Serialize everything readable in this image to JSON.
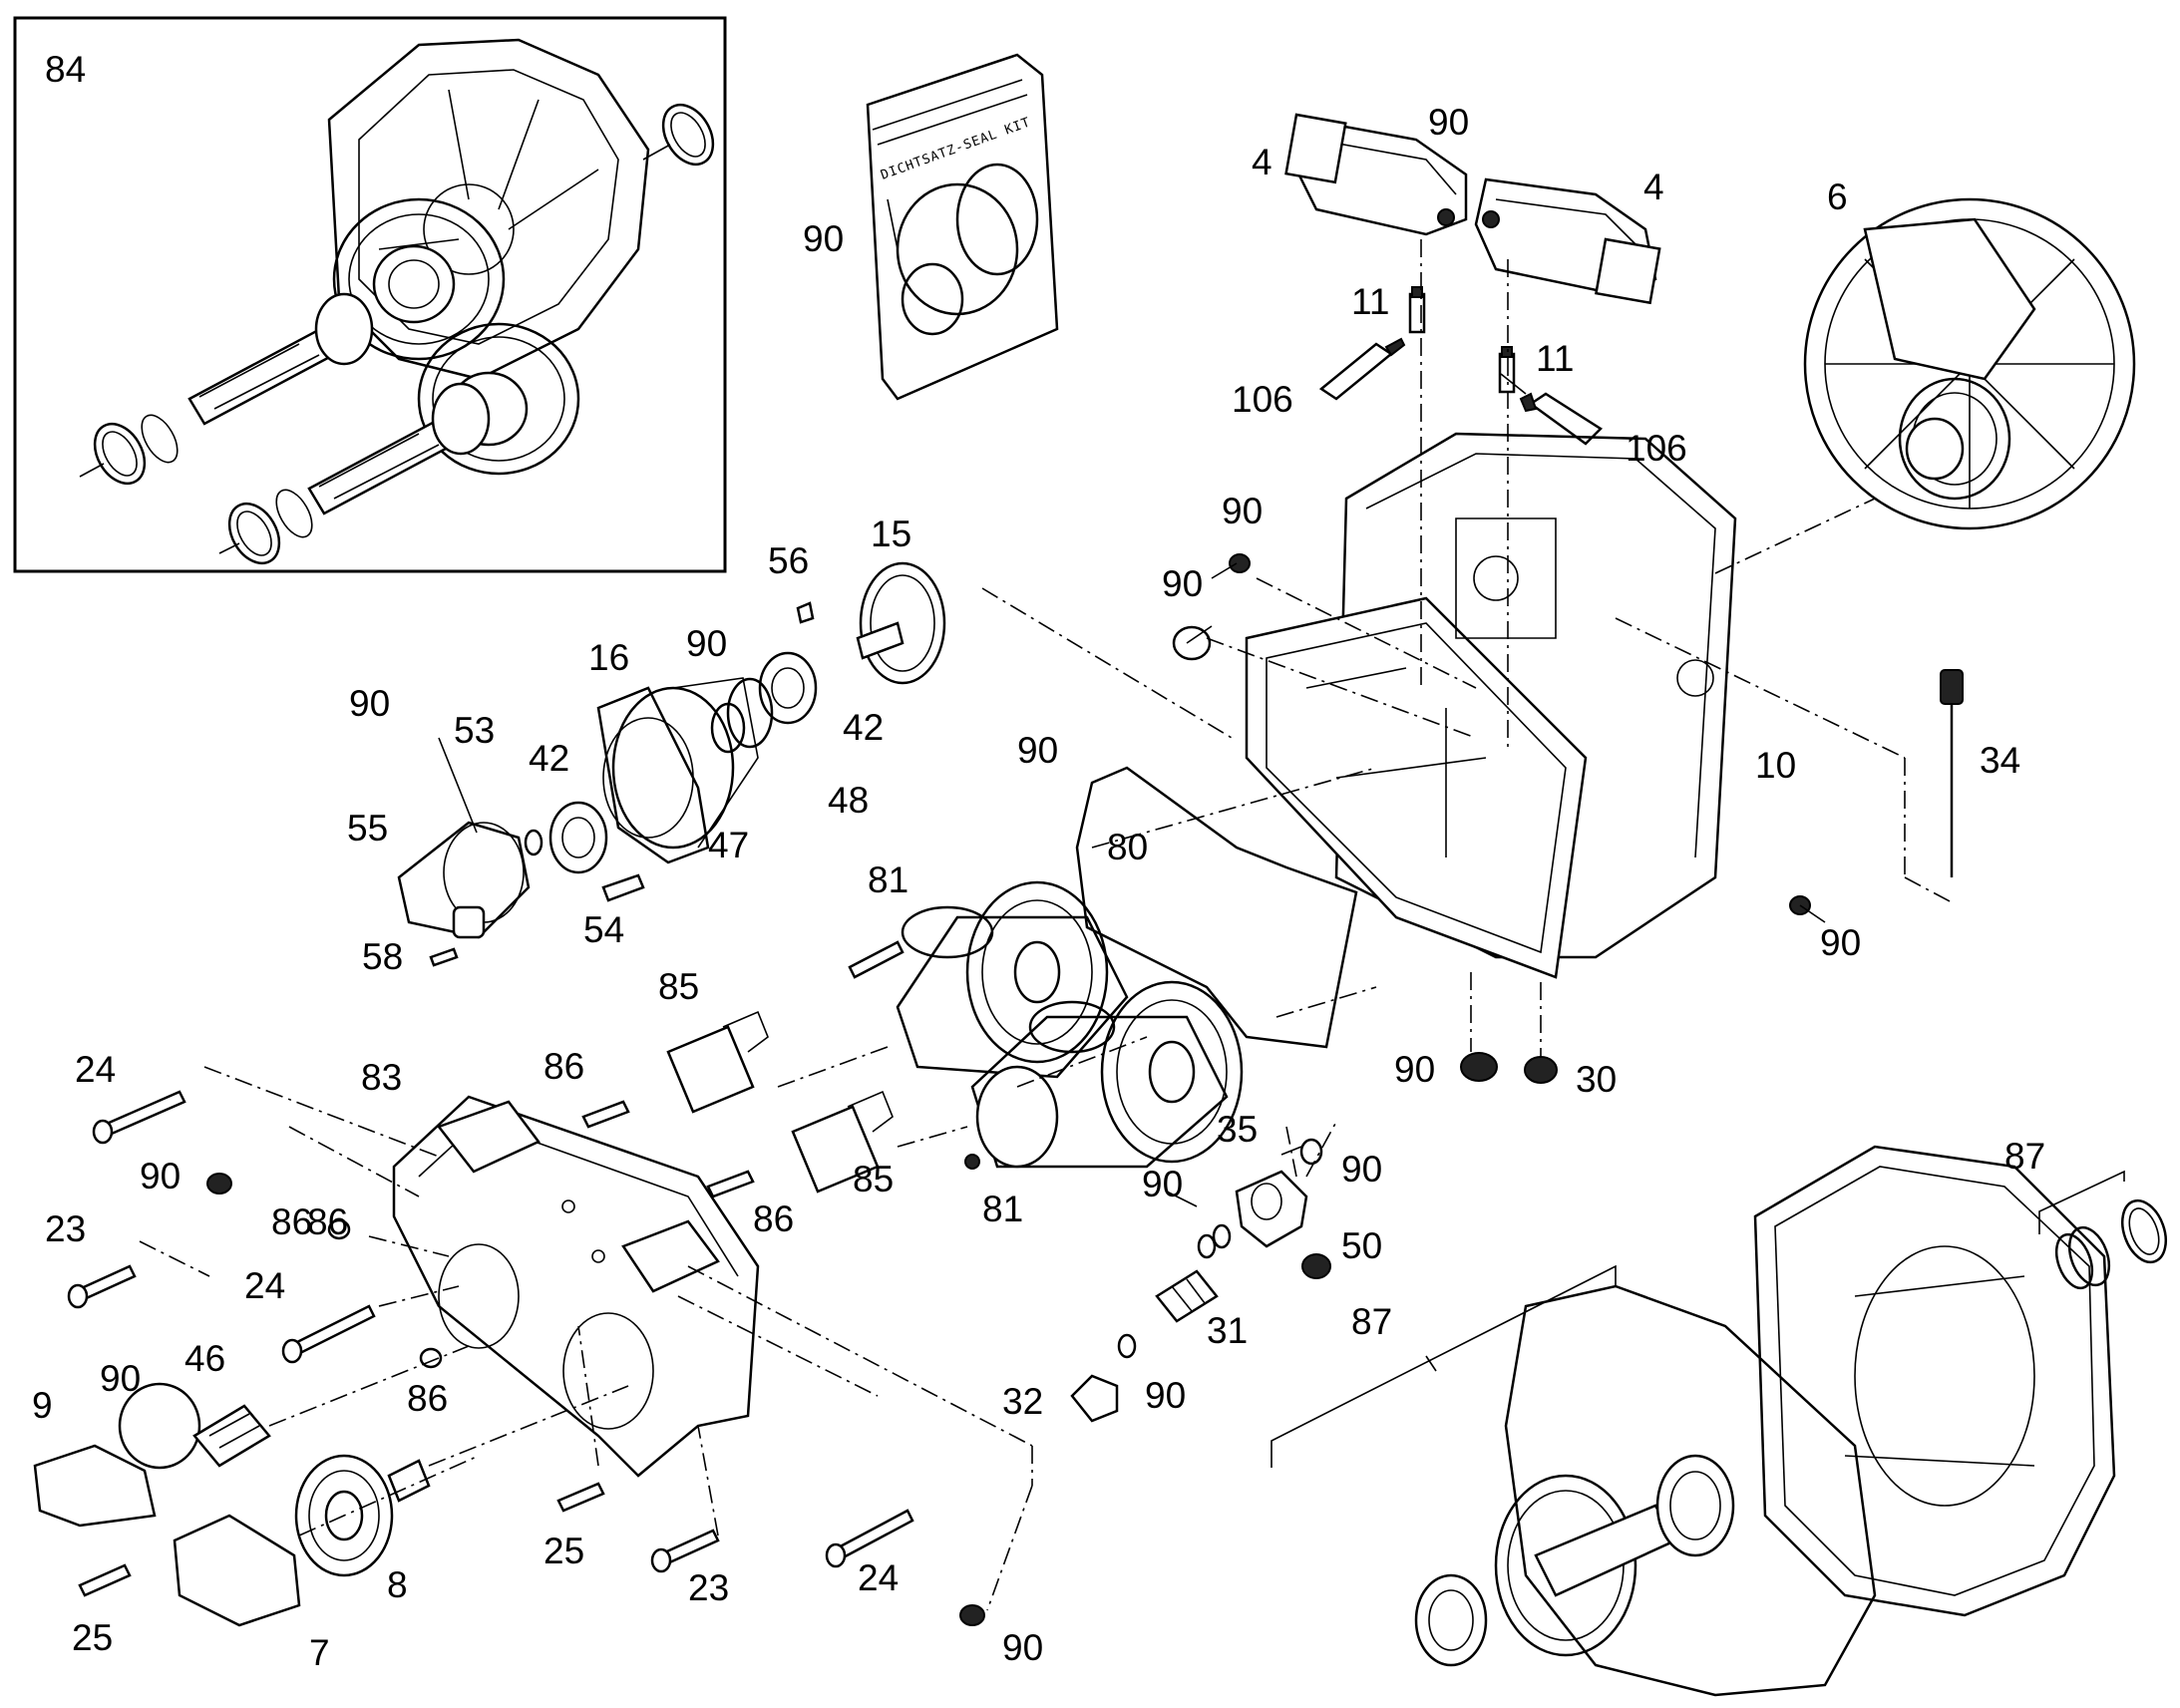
{
  "inset": {
    "label": "84"
  },
  "seal_kit": {
    "bag_text": "DICHTSATZ-SEAL KIT"
  },
  "callouts": {
    "p84": "84",
    "p90_bag": "90",
    "p4_left": "4",
    "p90_valve": "90",
    "p4_right": "4",
    "p6": "6",
    "p11_left": "11",
    "p106_left": "106",
    "p11_right": "11",
    "p106_right": "106",
    "p90_housing_top": "90",
    "p90_housing_plug": "90",
    "p15": "15",
    "p56": "56",
    "p16": "16",
    "p90_cover": "90",
    "p90_cap": "90",
    "p53": "53",
    "p42_left": "42",
    "p42_right": "42",
    "p55": "55",
    "p47": "47",
    "p48": "48",
    "p90_gasket": "90",
    "p80": "80",
    "p10": "10",
    "p34": "34",
    "p90_housing_right": "90",
    "p54": "54",
    "p58": "58",
    "p81_top": "81",
    "p85_top": "85",
    "p24_top": "24",
    "p83": "83",
    "p86_top": "86",
    "p90_bottom_plug": "90",
    "p30": "30",
    "p35": "35",
    "p90_35": "90",
    "p90_plate": "90",
    "p86_mid": "86",
    "p85_bottom": "85",
    "p86_bottom_mid": "86",
    "p81_bottom": "81",
    "p90_31": "90",
    "p50": "50",
    "p87_right": "87",
    "p23_left": "23",
    "p86_left": "86",
    "p24_mid": "24",
    "p87_bottom": "87",
    "p31": "31",
    "p9": "9",
    "p90_oring": "90",
    "p46": "46",
    "p86_lower": "86",
    "p32": "32",
    "p90_32": "90",
    "p25_mid": "25",
    "p23_bottom": "23",
    "p24_bottom": "24",
    "p8": "8",
    "p25_left": "25",
    "p7": "7",
    "p90_bottom": "90"
  }
}
